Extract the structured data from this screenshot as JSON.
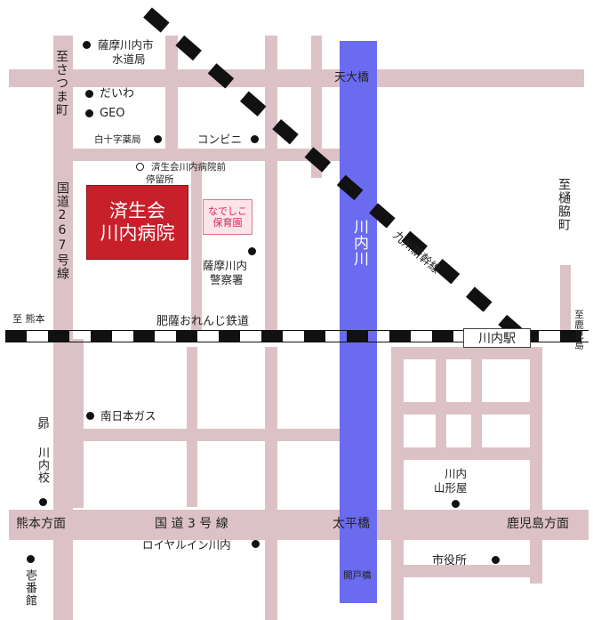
{
  "map": {
    "hospital": {
      "line1": "済生会",
      "line2": "川内病院"
    },
    "nursery": {
      "line1": "なでしこ",
      "line2": "保育園"
    },
    "station": "川内駅",
    "river": "川内川",
    "labels": {
      "to_satsuma": "至さつま町",
      "route267": "国道267号線",
      "to_hiwaki": "至樋脇町",
      "to_kumamoto_rail": "至 熊本",
      "to_kagoshima_rail": "至鹿児島",
      "subaru": "昴",
      "kawauchi_school": "川内校",
      "ichibankan": "壱番館",
      "kumamoto_dir": "熊本方面",
      "kagoshima_dir": "鹿児島方面",
      "route3": "国 道 3 号 線",
      "taihei_bridge": "太平橋",
      "kaito_bridge": "開戸橋",
      "tentai_bridge": "天大橋",
      "hisatsu_line": "肥薩おれんじ鉄道",
      "shinkansen": "九州新幹線",
      "water_bureau_1": "薩摩川内市",
      "water_bureau_2": "水道局",
      "daiwa": "だいわ",
      "geo": "GEO",
      "pharmacy": "白十字薬局",
      "convenience": "コンビニ",
      "bus_stop_1": "済生会川内病院前",
      "bus_stop_2": "停留所",
      "police_1": "薩摩川内",
      "police_2": "警察署",
      "gas": "南日本ガス",
      "yamakataya_1": "川内",
      "yamakataya_2": "山形屋",
      "royal_inn": "ロイヤルイン川内",
      "city_hall": "市役所"
    }
  }
}
